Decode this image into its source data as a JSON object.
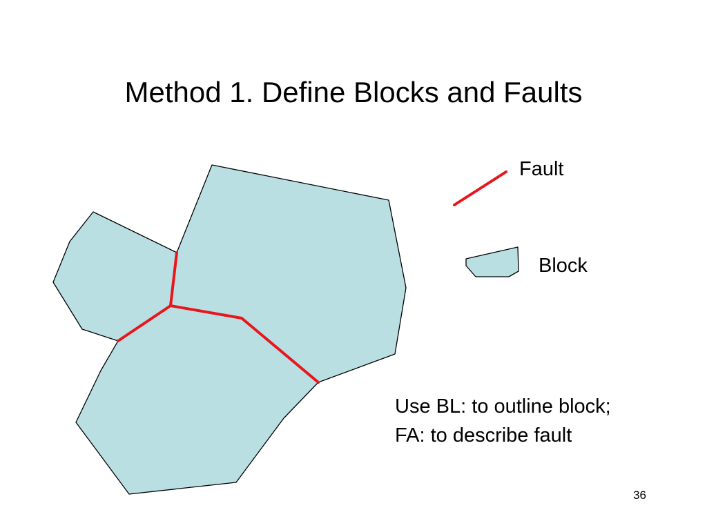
{
  "slide": {
    "title": "Method 1. Define Blocks and Faults",
    "page_number": "36"
  },
  "legend": {
    "fault_label": "Fault",
    "block_label": "Block"
  },
  "note": {
    "line1": "Use BL: to outline block;",
    "line2": "FA: to describe fault"
  },
  "colors": {
    "block_fill": "#b9dfe3",
    "block_outline": "#000000",
    "fault_line": "#e8161b"
  }
}
